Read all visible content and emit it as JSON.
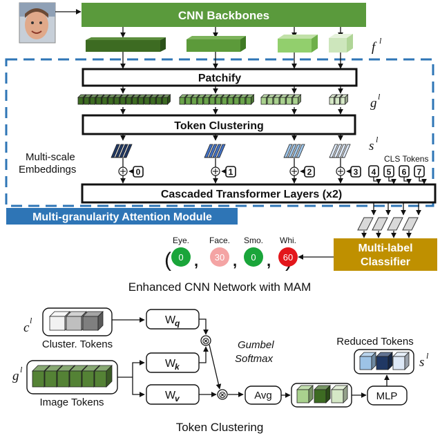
{
  "top": {
    "backbone": "CNN Backbones",
    "f_sym": "f",
    "patchify": "Patchify",
    "g_sym": "g",
    "token_clustering": "Token Clustering",
    "s_sym": "s",
    "sup_l": "l",
    "multiscale_line1": "Multi-scale",
    "multiscale_line2": "Embeddings",
    "cls_tokens": "CLS Tokens",
    "token_indices": [
      "0",
      "1",
      "2",
      "3"
    ],
    "cls_indices": [
      "4",
      "5",
      "6",
      "7"
    ],
    "transformer": "Cascaded Transformer Layers (x2)",
    "mam": "Multi-granularity Attention Module",
    "classifier_line1": "Multi-label",
    "classifier_line2": "Classifier",
    "paren_open": "(",
    "paren_close": ")",
    "comma": ",",
    "labels": [
      {
        "name": "Eye.",
        "value": "0",
        "color": "#1aa53a"
      },
      {
        "name": "Face.",
        "value": "30",
        "color": "#f4a4a4"
      },
      {
        "name": "Smo.",
        "value": "0",
        "color": "#1aa53a"
      },
      {
        "name": "Whi.",
        "value": "60",
        "color": "#e3161b"
      }
    ],
    "caption": "Enhanced CNN Network with MAM"
  },
  "bottom": {
    "c_sym": "c",
    "g_sym": "g",
    "s_sym": "s",
    "sup_l": "l",
    "cluster_tokens": "Cluster. Tokens",
    "image_tokens": "Image Tokens",
    "wq": "W",
    "wq_sub": "q",
    "wk": "W",
    "wk_sub": "k",
    "wv": "W",
    "wv_sub": "v",
    "gumbel": "Gumbel",
    "softmax": "Softmax",
    "avg": "Avg",
    "mlp": "MLP",
    "reduced": "Reduced Tokens",
    "otimes": "⊗",
    "caption": "Token Clustering"
  },
  "colors": {
    "green_dark": "#3d6b22",
    "green_mid": "#6aa34a",
    "green_light": "#a9d18e",
    "green_pale": "#d5e8c6",
    "blue_dark": "#203864",
    "blue_mid": "#4472c4",
    "blue_light": "#9dc3e6",
    "blue_pale": "#dde8f6",
    "mam_blue": "#2e75b6",
    "classifier": "#bf9000"
  }
}
